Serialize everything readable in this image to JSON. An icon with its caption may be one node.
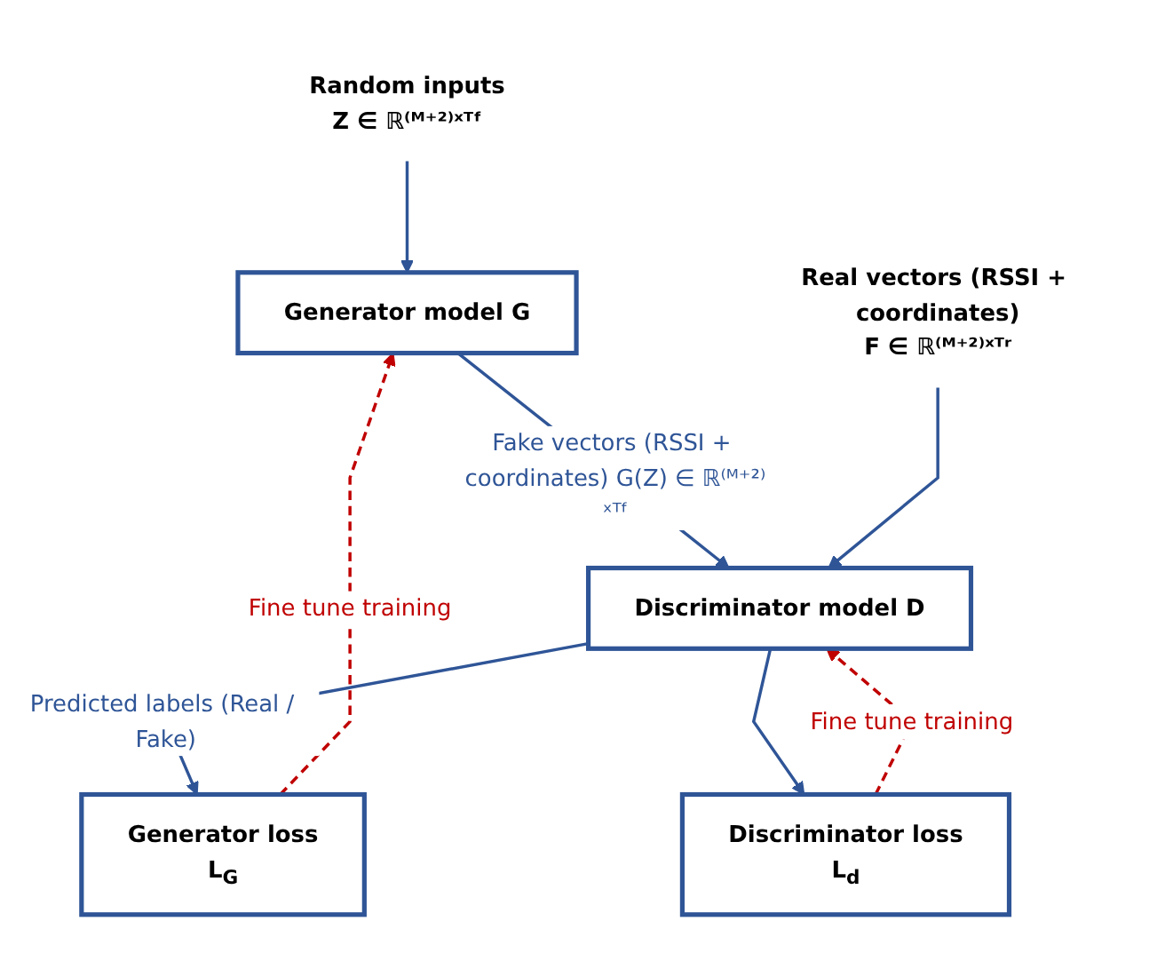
{
  "diagram": {
    "nodes": [
      {
        "text": [
          "Random inputs",
          "Z ∈ ℝ⁽ᴹ⁺²⁾ˣᵀᶠ"
        ]
      },
      {
        "text": [
          "Generator model G"
        ]
      },
      {
        "text": [
          "Real vectors (RSSI + coordinates)",
          "F ∈ ℝ⁽ᴹ⁺²⁾ˣᵀʳ"
        ]
      },
      {
        "text": [
          "Discriminator model D"
        ]
      },
      {
        "text": [
          "Generator loss",
          "L$_{G}$"
        ]
      },
      {
        "text": [
          "Discriminator loss",
          "L$_{d}$"
        ]
      }
    ],
    "edges": [
      {
        "from": 0,
        "to": 1,
        "arrow": "to"
      },
      {
        "from": 1,
        "to": 3,
        "arrow": "to",
        "label": "Fake vectors (RSSI + coordinates) G(Z) ∈ ℝ⁽ᴹ⁺²⁾ˣᵀᶠ"
      },
      {
        "from": 2,
        "to": 3,
        "arrow": "to"
      },
      {
        "from": 3,
        "to": 4,
        "arrow": "to",
        "label": "Predicted labels (Real / Fake)"
      },
      {
        "from": 3,
        "to": 5,
        "arrow": "to"
      },
      {
        "from": 4,
        "to": 1,
        "arrow": "to",
        "label": "Fine tune training",
        "style": "dashed",
        "color": "#c00000"
      },
      {
        "from": 5,
        "to": 3,
        "arrow": "to",
        "label": "Fine tune training",
        "style": "dashed",
        "color": "#c00000"
      }
    ]
  }
}
